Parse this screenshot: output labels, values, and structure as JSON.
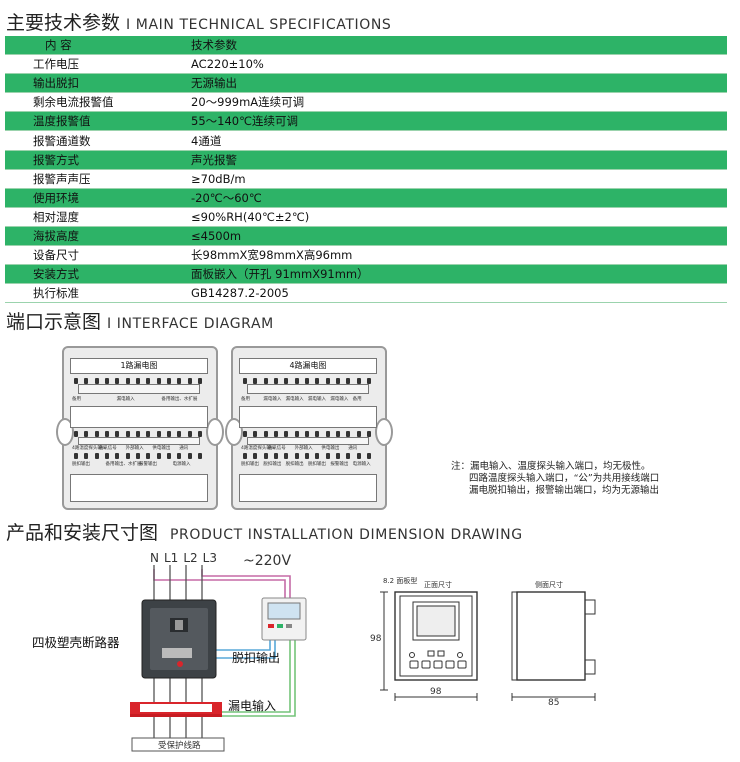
{
  "sections": {
    "spec_zh": "主要技术参数",
    "spec_en": "I MAIN TECHNICAL SPECIFICATIONS",
    "iface_zh": "端口示意图",
    "iface_en": "I INTERFACE DIAGRAM",
    "dim_zh": "产品和安装尺寸图",
    "dim_en": "PRODUCT INSTALLATION DIMENSION DRAWING"
  },
  "spec_table": {
    "header": [
      "内  容",
      "技术参数"
    ],
    "rows": [
      [
        "工作电压",
        "AC220±10%"
      ],
      [
        "输出脱扣",
        "无源输出"
      ],
      [
        "剩余电流报警值",
        "20～999mA连续可调"
      ],
      [
        "温度报警值",
        "55～140℃连续可调"
      ],
      [
        "报警通道数",
        "4通道"
      ],
      [
        "报警方式",
        "声光报警"
      ],
      [
        "报警声声压",
        "≥70dB/m"
      ],
      [
        "使用环境",
        "-20℃～60℃"
      ],
      [
        "相对湿度",
        "≤90%RH(40℃±2℃)"
      ],
      [
        "海拔高度",
        "≤4500m"
      ],
      [
        "设备尺寸",
        "长98mmX宽98mmX高96mm"
      ],
      [
        "安装方式",
        "面板嵌入（开孔 91mmX91mm）"
      ],
      [
        "执行标准",
        "GB14287.2-2005"
      ]
    ]
  },
  "interface": {
    "panel1_title": "1路漏电图",
    "panel2_title": "4路漏电图",
    "panel1_top_labels": [
      "备用",
      "漏电输入",
      "备用输出、水扩展"
    ],
    "panel2_top_labels": [
      "备用",
      "漏电输入",
      "漏电输入",
      "漏电输入",
      "漏电输入",
      "备用"
    ],
    "panel1_mid_labels": [
      "4路温度探头输入",
      "通讯信号",
      "外部输入",
      "供电输出",
      "通讯"
    ],
    "panel2_mid_labels": [
      "4路温度探头输入",
      "通讯信号",
      "外部输入",
      "供电输出",
      "通讯"
    ],
    "panel1_bot_labels": [
      "脱扣输出",
      "备用输出、水扩展",
      "报警输出",
      "电源输入"
    ],
    "panel2_bot_labels": [
      "脱扣输出",
      "脱扣输出",
      "脱扣输出",
      "脱扣输出",
      "报警输出",
      "电源输入"
    ],
    "note": [
      "注：漏电输入、温度探头输入端口，均无极性。",
      "四路温度探头输入端口，“公”为共用接线端口",
      "漏电脱扣输出，报警输出端口，均为无源输出"
    ]
  },
  "dimension": {
    "lines": [
      "N",
      "L1",
      "L2",
      "L3"
    ],
    "voltage": "~220V",
    "breaker": "四极塑壳断路器",
    "trip_output": "脱扣输出",
    "leak_input": "漏电输入",
    "protected_line": "受保护线路",
    "panel_type": "8.2 面板型",
    "front_size": "正面尺寸",
    "side_size": "侧面尺寸",
    "dim_98_h": "98",
    "dim_98_w": "98",
    "dim_85": "85"
  },
  "colors": {
    "green": "#2db367",
    "red": "#d9252b",
    "wire_pink": "#c56aa6",
    "wire_blue": "#58a8d8",
    "wire_green": "#74c47a"
  }
}
